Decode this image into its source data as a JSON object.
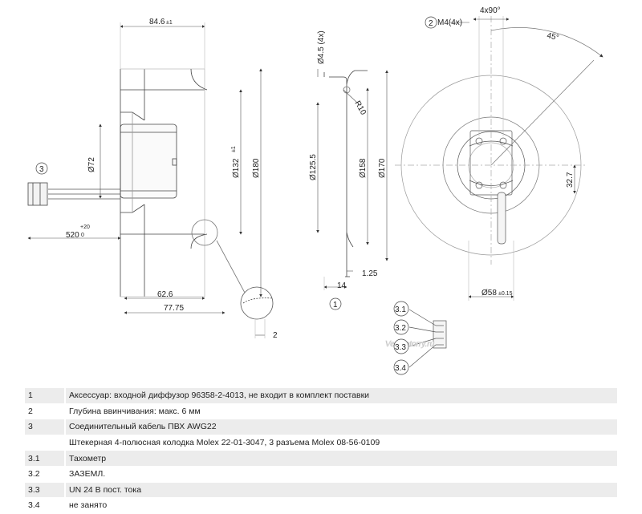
{
  "watermark": "Ventilatorry.ru",
  "callouts": {
    "c1": "1",
    "c2": "2",
    "c3": "3",
    "c31": "3.1",
    "c32": "3.2",
    "c33": "3.3",
    "c34": "3.4"
  },
  "dims": {
    "d_84_6": "84.6",
    "d_84_6_tol": "±1",
    "d_72": "Ø72",
    "d_132": "Ø132",
    "d_132_tol": "±1",
    "d_180": "Ø180",
    "d_520": "520",
    "d_520_tol_up": "+20",
    "d_520_tol_low": "0",
    "d_62_6": "62.6",
    "d_77_75": "77.75",
    "d_4_5": "Ø4.5 (4x)",
    "d_r10": "R10",
    "d_125_5": "Ø125.5",
    "d_158": "Ø158",
    "d_170": "Ø170",
    "d_14": "14",
    "d_1_25": "1.25",
    "d_m4": "M4(4x)",
    "d_4x90": "4x90°",
    "d_45": "45°",
    "d_32_7": "32.7",
    "d_58": "Ø58",
    "d_58_tol": "±0.15"
  },
  "legend": [
    {
      "num": "1",
      "text": "Аксессуар: входной диффузор 96358-2-4013, не входит в комплект поставки"
    },
    {
      "num": "2",
      "text": "Глубина ввинчивания: макс. 6 мм"
    },
    {
      "num": "3",
      "text": "Соединительный кабель ПВХ AWG22"
    },
    {
      "num": "",
      "text": "Штекерная 4-полюсная колодка Molex 22-01-3047, 3 разъема Molex 08-56-0109"
    },
    {
      "num": "3.1",
      "text": "Тахометр"
    },
    {
      "num": "3.2",
      "text": "ЗАЗЕМЛ."
    },
    {
      "num": "3.3",
      "text": "UN 24 В пост. тока"
    },
    {
      "num": "3.4",
      "text": "не занято"
    }
  ]
}
